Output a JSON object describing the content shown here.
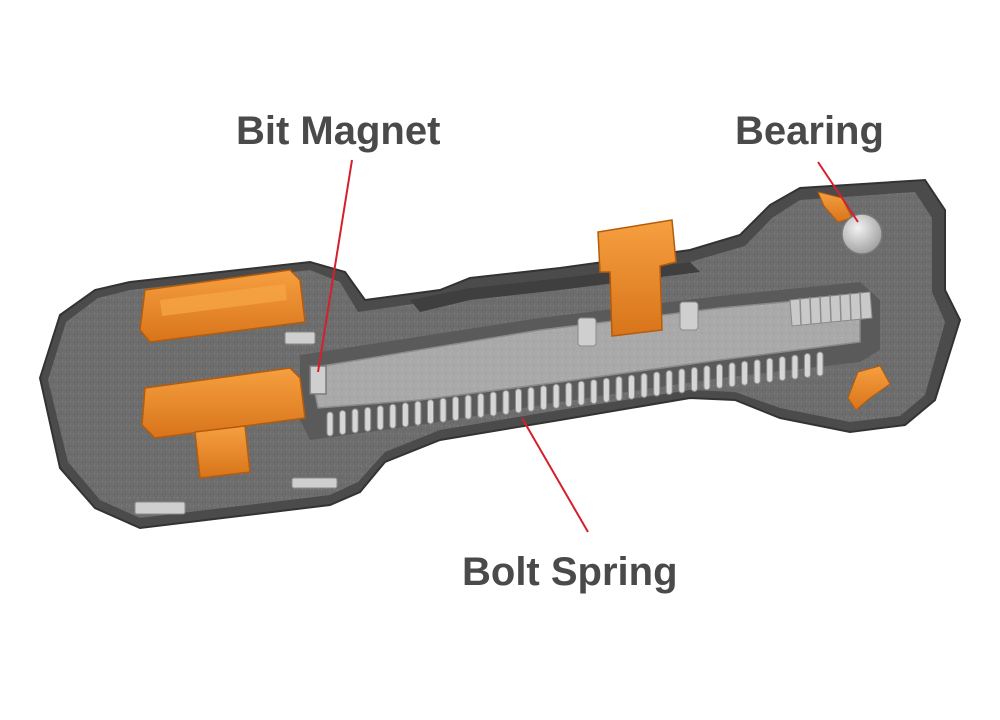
{
  "labels": {
    "bit_magnet": "Bit Magnet",
    "bearing": "Bearing",
    "bolt_spring": "Bolt Spring"
  },
  "colors": {
    "background": "#ffffff",
    "housing": "#555555",
    "housing_section": "#7a7a7a",
    "bolt": "#a8a8a8",
    "orange_parts": "#ef8a1e",
    "orange_shadow": "#c96a10",
    "spring": "#cfcfcf",
    "label_text": "#4a4a4a",
    "leader_line": "#d4202c"
  },
  "icons": {
    "bearing": "bearing-ball-icon"
  }
}
